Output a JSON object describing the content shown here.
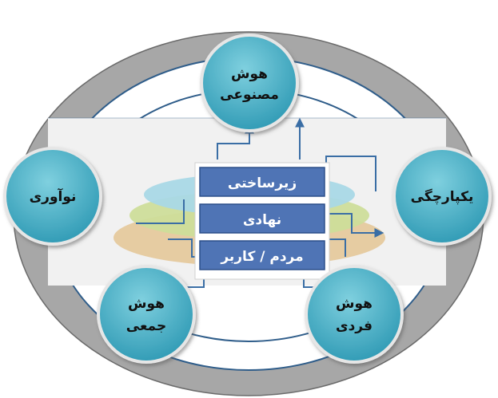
{
  "nodes": {
    "top": [
      "هوش",
      "مصنوعی"
    ],
    "left": [
      "نوآوری"
    ],
    "right": [
      "یکپارچگی"
    ],
    "bottom_left": [
      "هوش",
      "جمعی"
    ],
    "bottom_right": [
      "هوش",
      "فردی"
    ]
  },
  "layers": [
    "زیرساختی",
    "نهادی",
    "مردم / کاربر"
  ],
  "colors": {
    "outer_ring": "#a9a9a9",
    "ring_stroke": "#2f5d8a",
    "node_fill": "#3aa9c2",
    "layer_box": "#4f74b5",
    "arrow": "#3a6ea5"
  }
}
